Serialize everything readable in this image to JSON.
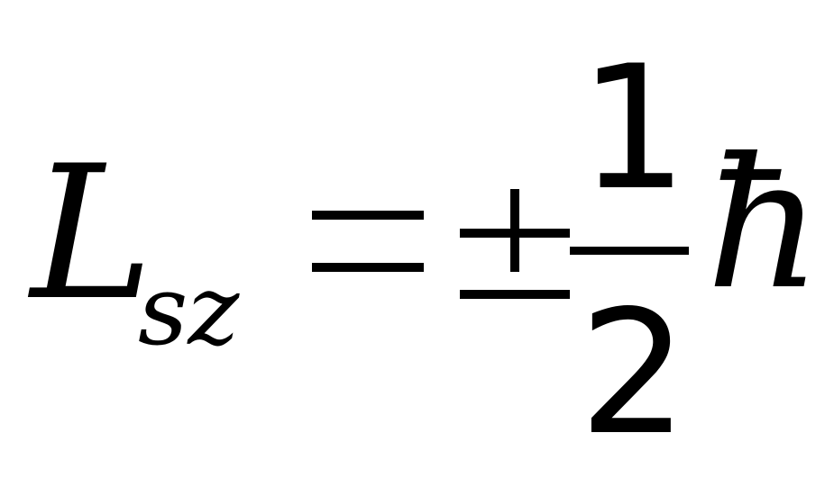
{
  "equation": {
    "lhs_symbol": "L",
    "lhs_subscript": "sz",
    "operator": "=",
    "sign": "±",
    "fraction": {
      "numerator": "1",
      "denominator": "2"
    },
    "constant": "ħ"
  }
}
